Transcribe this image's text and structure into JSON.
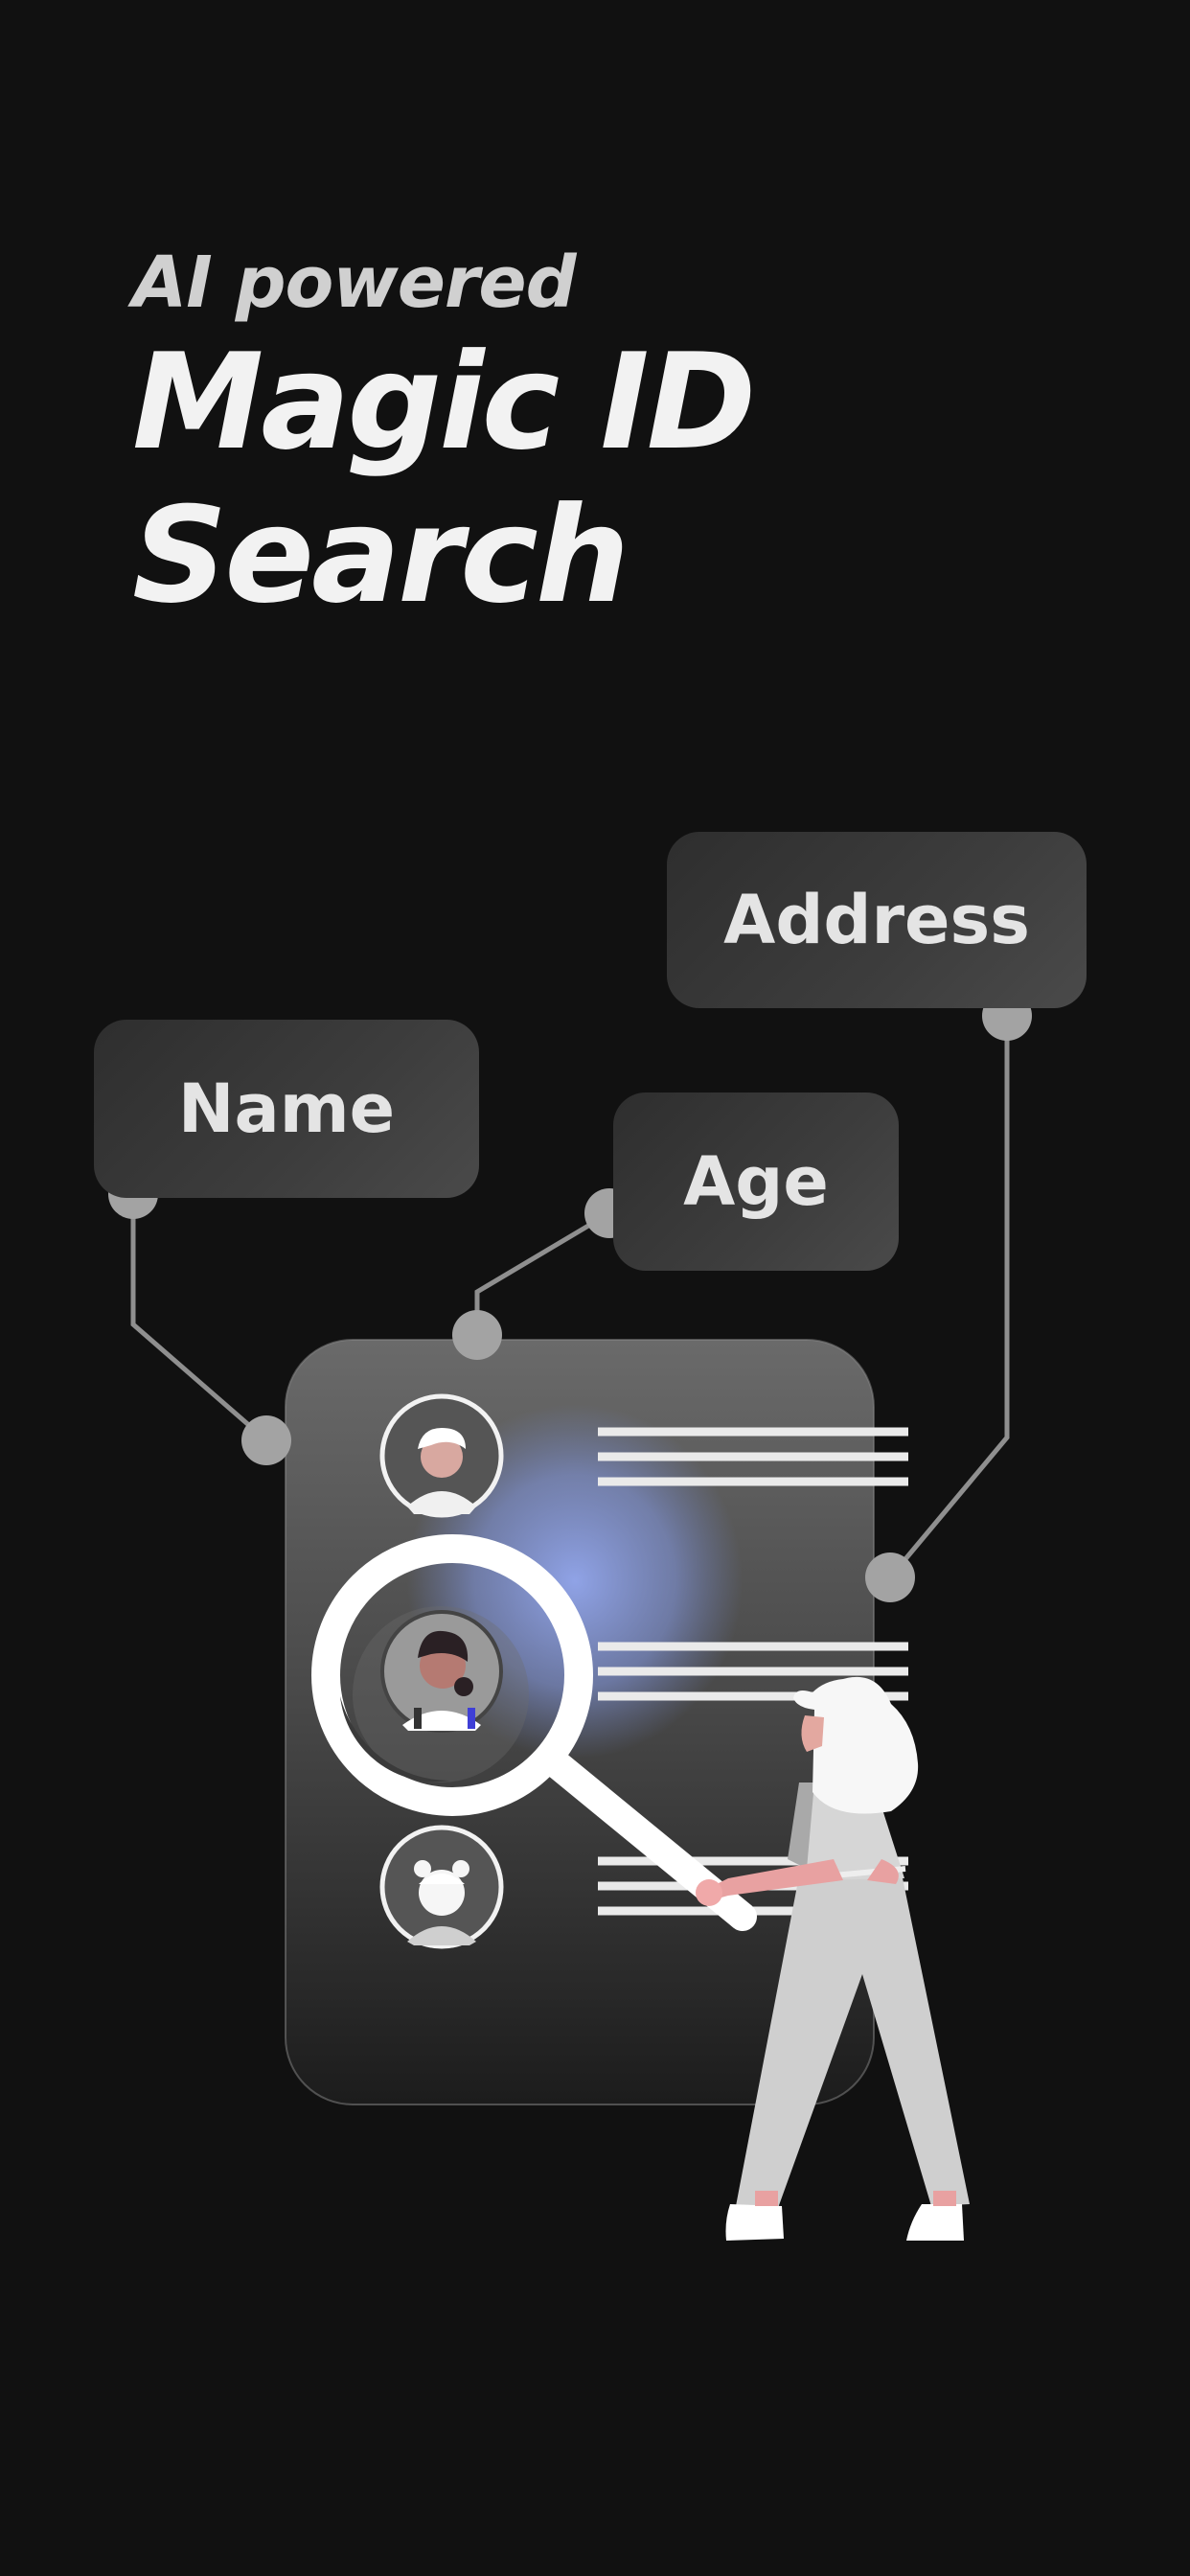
{
  "headline": {
    "subtitle": "AI powered",
    "title_line_1": "Magic ID",
    "title_line_2": "Search"
  },
  "labels": {
    "name": "Name",
    "age": "Age",
    "address": "Address"
  },
  "colors": {
    "background": "#111111",
    "text": "#f2f2f2",
    "card": "#3a3a3a",
    "connector": "#9a9a9a",
    "glow": "#8fa3e8"
  }
}
